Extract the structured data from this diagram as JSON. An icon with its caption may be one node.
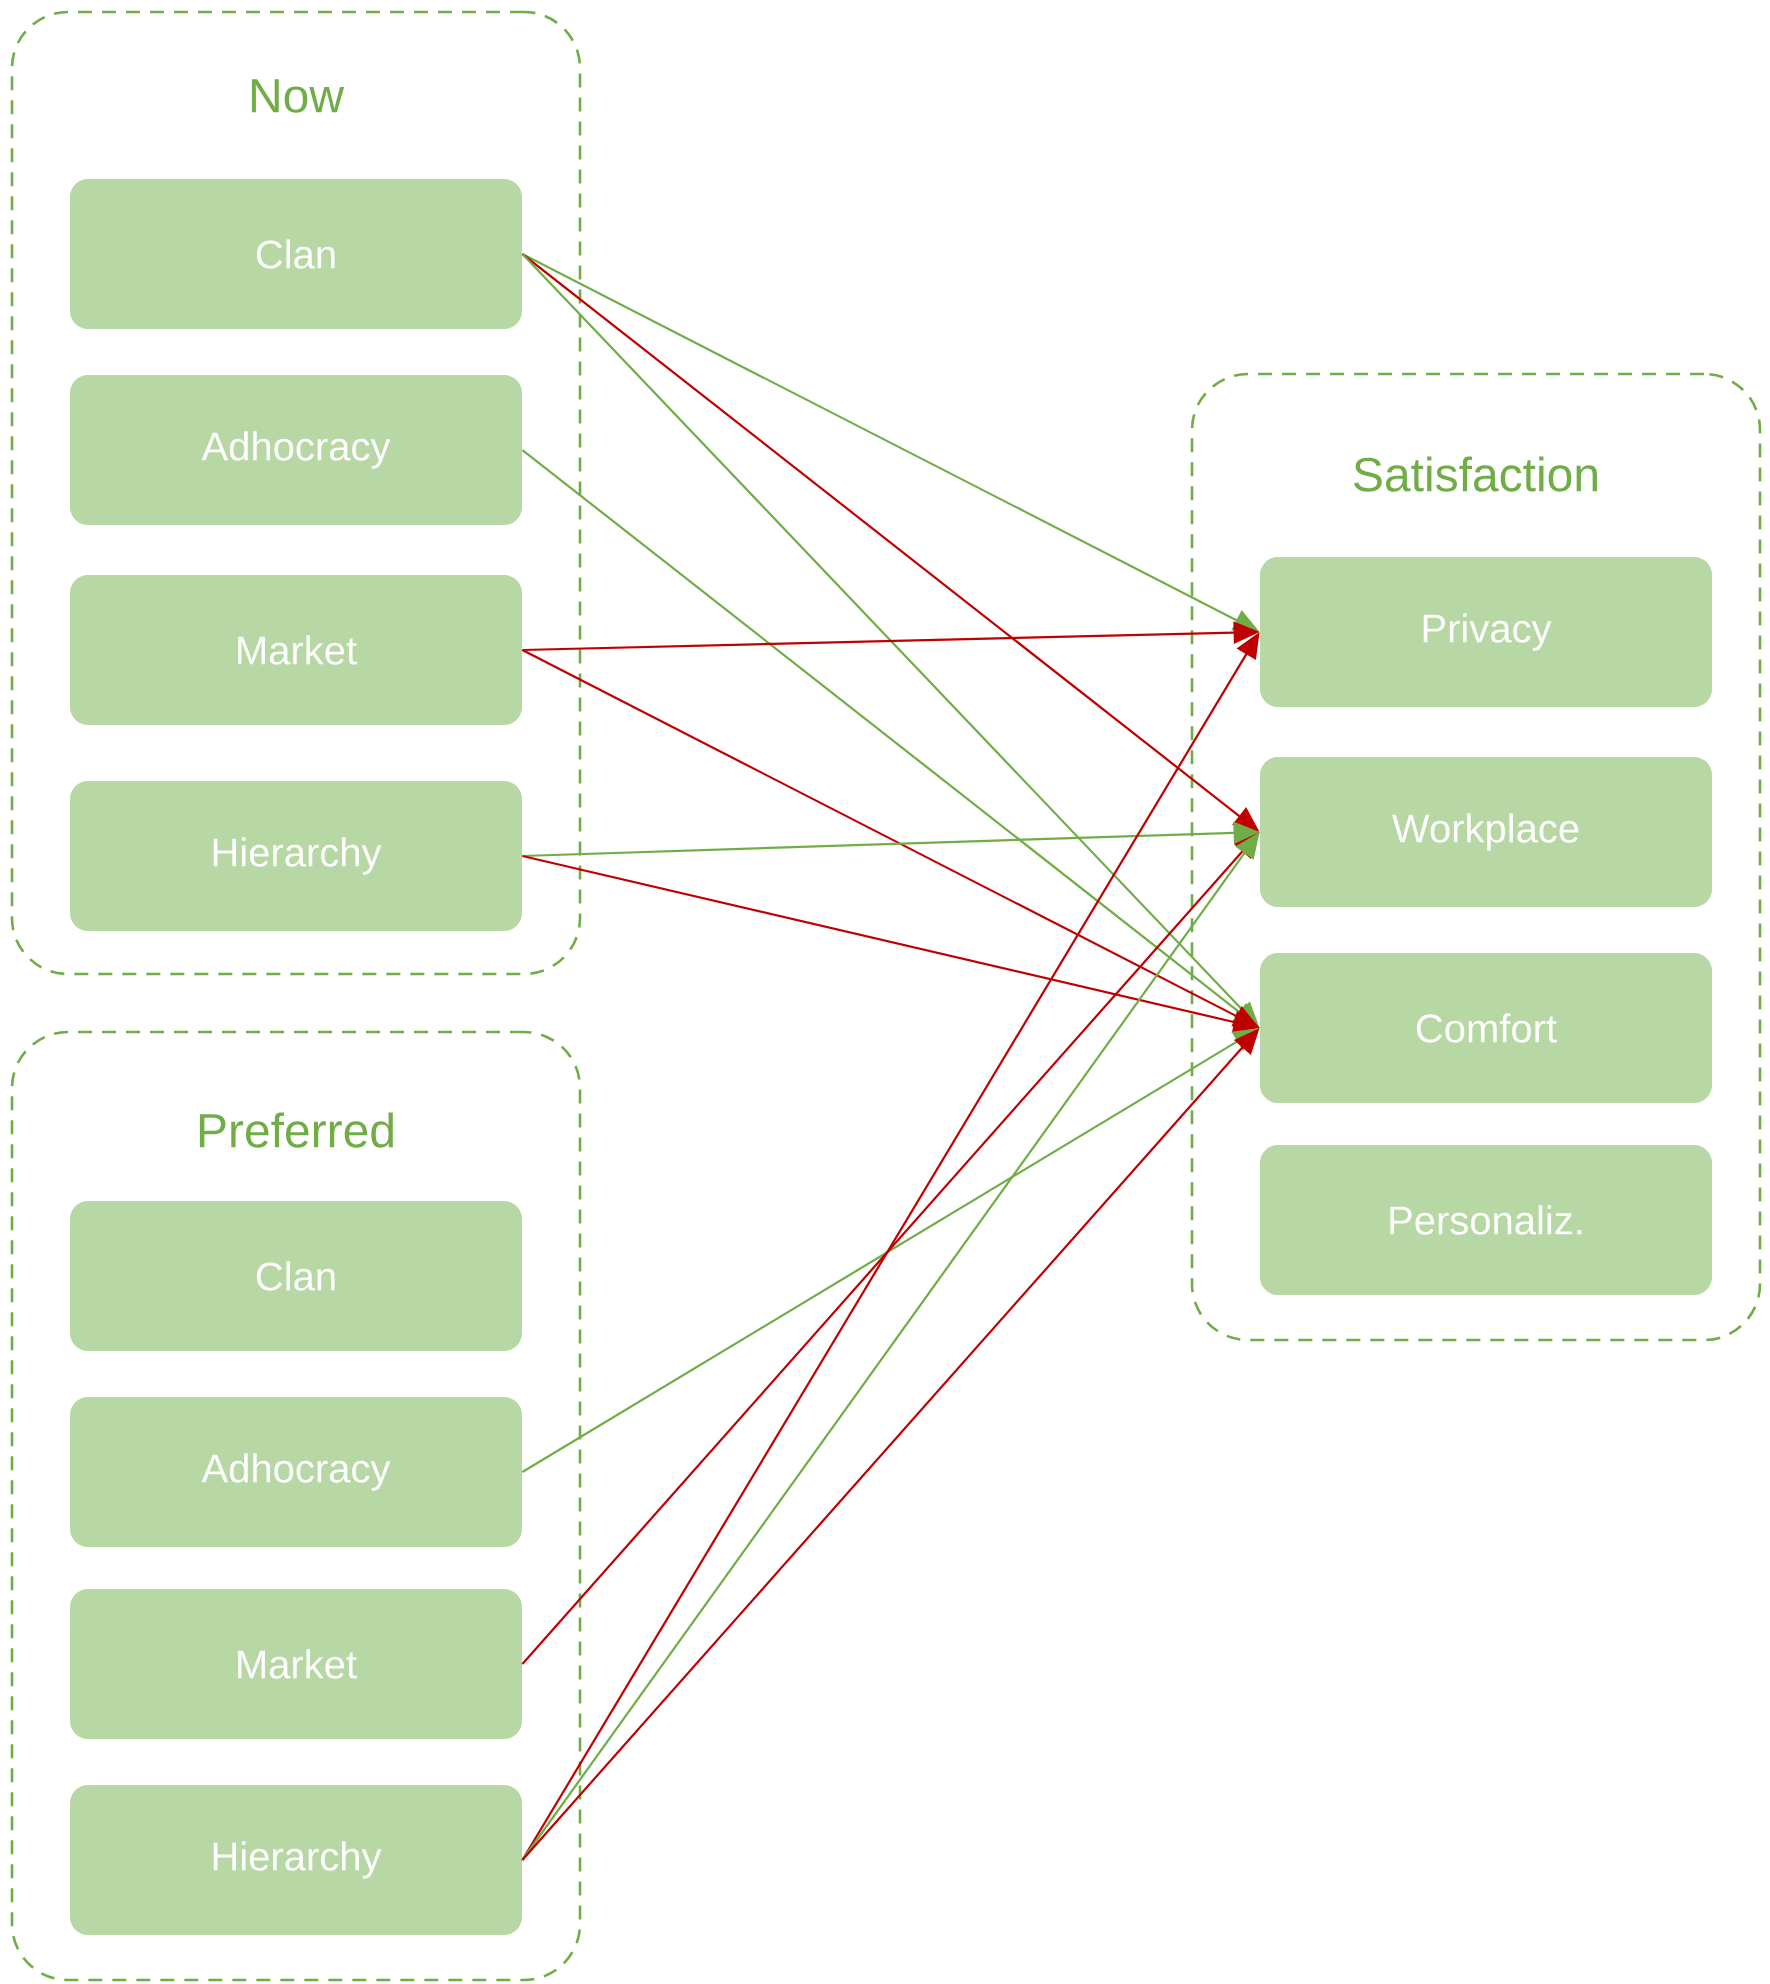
{
  "diagram": {
    "nodes": [
      {
        "text": [
          "Now"
        ]
      },
      {
        "text": [
          "Clan"
        ],
        "in": 0
      },
      {
        "text": [
          "Adhocracy"
        ],
        "in": 0
      },
      {
        "text": [
          "Market"
        ],
        "in": 0
      },
      {
        "text": [
          "Hierarchy"
        ],
        "in": 0
      },
      {
        "text": [
          "Preferred"
        ]
      },
      {
        "text": [
          "Clan"
        ],
        "in": 5
      },
      {
        "text": [
          "Adhocracy"
        ],
        "in": 5
      },
      {
        "text": [
          "Market"
        ],
        "in": 5
      },
      {
        "text": [
          "Hierarchy"
        ],
        "in": 5
      },
      {
        "text": [
          "Satisfaction"
        ]
      },
      {
        "text": [
          "Privacy"
        ],
        "in": 10
      },
      {
        "text": [
          "Workplace"
        ],
        "in": 10
      },
      {
        "text": [
          "Comfort"
        ],
        "in": 10
      },
      {
        "text": [
          "Personaliz."
        ],
        "in": 10
      }
    ],
    "edges": [
      {
        "from": 1,
        "to": 11,
        "arrow": "to",
        "color": "#70ad47"
      },
      {
        "from": 1,
        "to": 12,
        "arrow": "to"
      },
      {
        "from": 1,
        "to": 13,
        "arrow": "to",
        "color": "#70ad47"
      },
      {
        "from": 2,
        "to": 13,
        "arrow": "to",
        "color": "#70ad47"
      },
      {
        "from": 3,
        "to": 11,
        "arrow": "to"
      },
      {
        "from": 3,
        "to": 13,
        "arrow": "to"
      },
      {
        "from": 4,
        "to": 12,
        "arrow": "to",
        "color": "#70ad47"
      },
      {
        "from": 4,
        "to": 13,
        "arrow": "to"
      },
      {
        "from": 7,
        "to": 13,
        "arrow": "to",
        "color": "#70ad47"
      },
      {
        "from": 8,
        "to": 12,
        "arrow": "to"
      },
      {
        "from": 9,
        "to": 11,
        "arrow": "to"
      },
      {
        "from": 9,
        "to": 12,
        "arrow": "to",
        "color": "#70ad47"
      },
      {
        "from": 9,
        "to": 13,
        "arrow": "to"
      }
    ]
  }
}
